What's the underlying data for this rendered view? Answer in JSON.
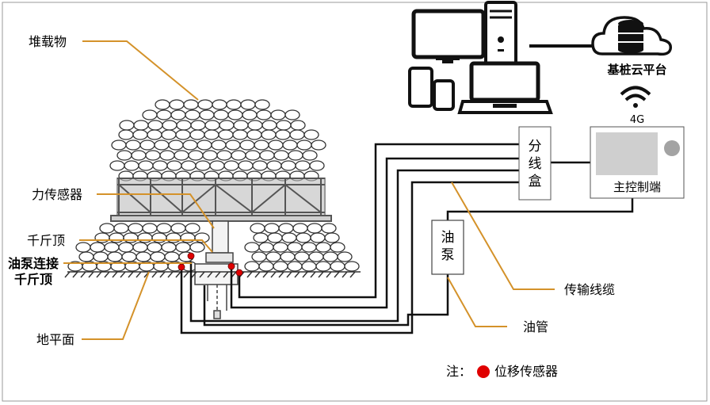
{
  "labels": {
    "load": "堆载物",
    "force_sensor": "力传感器",
    "jack": "千斤顶",
    "pump_jack_line1": "油泵连接",
    "pump_jack_line2": "千斤顶",
    "ground": "地平面",
    "cloud": "基桩云平台",
    "signal": "4G",
    "junction_line1": "分",
    "junction_line2": "线",
    "junction_line3": "盒",
    "main_controller": "主控制端",
    "pump_line1": "油",
    "pump_line2": "泵",
    "cable": "传输线缆",
    "oil_pipe": "油管",
    "note_prefix": "注：",
    "note_text": "位移传感器"
  },
  "colors": {
    "leader": "#d4922a",
    "sensor": "#e00000",
    "line": "#111111"
  },
  "icons": [
    "desktop-monitor-icon",
    "pc-tower-icon",
    "tablet-icon",
    "phone-icon",
    "laptop-icon",
    "cloud-database-icon",
    "wifi-signal-icon"
  ]
}
